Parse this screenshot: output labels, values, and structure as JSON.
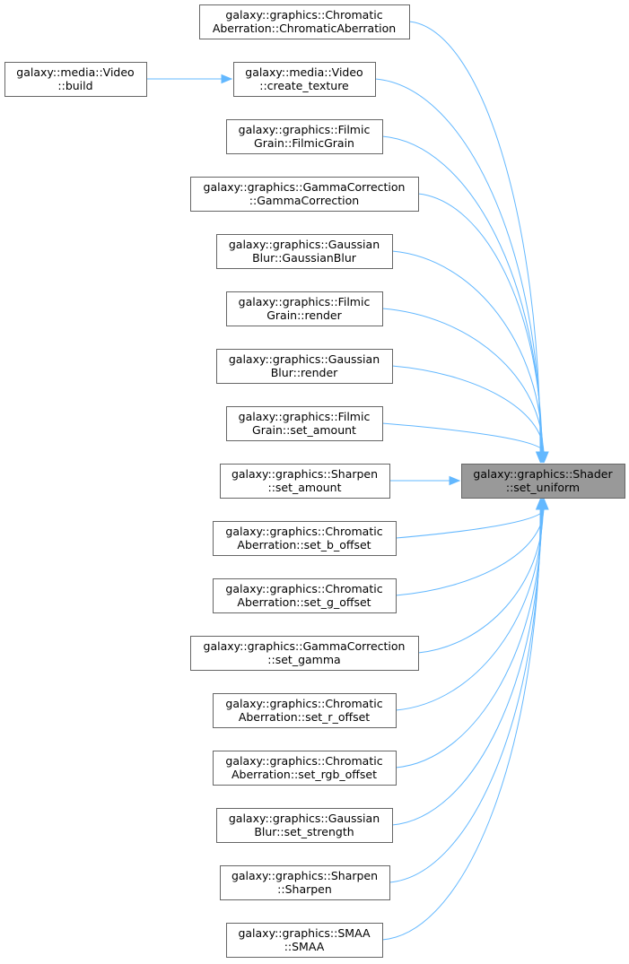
{
  "target": {
    "id": "target",
    "name": "shader-set-uniform-node",
    "lines": [
      "galaxy::graphics::Shader",
      "::set_uniform"
    ]
  },
  "nodes": [
    {
      "id": "n0",
      "name": "chromatic-aberration-ctor-node",
      "lines": [
        "galaxy::graphics::Chromatic",
        "Aberration::ChromaticAberration"
      ]
    },
    {
      "id": "n1",
      "name": "video-create-texture-node",
      "lines": [
        "galaxy::media::Video",
        "::create_texture"
      ]
    },
    {
      "id": "n2",
      "name": "filmic-grain-ctor-node",
      "lines": [
        "galaxy::graphics::Filmic",
        "Grain::FilmicGrain"
      ]
    },
    {
      "id": "n3",
      "name": "gamma-correction-ctor-node",
      "lines": [
        "galaxy::graphics::GammaCorrection",
        "::GammaCorrection"
      ]
    },
    {
      "id": "n4",
      "name": "gaussian-blur-ctor-node",
      "lines": [
        "galaxy::graphics::Gaussian",
        "Blur::GaussianBlur"
      ]
    },
    {
      "id": "n5",
      "name": "filmic-grain-render-node",
      "lines": [
        "galaxy::graphics::Filmic",
        "Grain::render"
      ]
    },
    {
      "id": "n6",
      "name": "gaussian-blur-render-node",
      "lines": [
        "galaxy::graphics::Gaussian",
        "Blur::render"
      ]
    },
    {
      "id": "n7",
      "name": "filmic-grain-set-amount-node",
      "lines": [
        "galaxy::graphics::Filmic",
        "Grain::set_amount"
      ]
    },
    {
      "id": "n8",
      "name": "sharpen-set-amount-node",
      "lines": [
        "galaxy::graphics::Sharpen",
        "::set_amount"
      ]
    },
    {
      "id": "n9",
      "name": "chromatic-set-b-offset-node",
      "lines": [
        "galaxy::graphics::Chromatic",
        "Aberration::set_b_offset"
      ]
    },
    {
      "id": "n10",
      "name": "chromatic-set-g-offset-node",
      "lines": [
        "galaxy::graphics::Chromatic",
        "Aberration::set_g_offset"
      ]
    },
    {
      "id": "n11",
      "name": "gamma-correction-set-gamma-node",
      "lines": [
        "galaxy::graphics::GammaCorrection",
        "::set_gamma"
      ]
    },
    {
      "id": "n12",
      "name": "chromatic-set-r-offset-node",
      "lines": [
        "galaxy::graphics::Chromatic",
        "Aberration::set_r_offset"
      ]
    },
    {
      "id": "n13",
      "name": "chromatic-set-rgb-offset-node",
      "lines": [
        "galaxy::graphics::Chromatic",
        "Aberration::set_rgb_offset"
      ]
    },
    {
      "id": "n14",
      "name": "gaussian-blur-set-strength-node",
      "lines": [
        "galaxy::graphics::Gaussian",
        "Blur::set_strength"
      ]
    },
    {
      "id": "n15",
      "name": "sharpen-ctor-node",
      "lines": [
        "galaxy::graphics::Sharpen",
        "::Sharpen"
      ]
    },
    {
      "id": "n16",
      "name": "smaa-ctor-node",
      "lines": [
        "galaxy::graphics::SMAA",
        "::SMAA"
      ]
    },
    {
      "id": "n17",
      "name": "video-build-node",
      "lines": [
        "galaxy::media::Video",
        "::build"
      ]
    }
  ],
  "edges": [
    {
      "from": "n0",
      "to": "target"
    },
    {
      "from": "n1",
      "to": "target"
    },
    {
      "from": "n2",
      "to": "target"
    },
    {
      "from": "n3",
      "to": "target"
    },
    {
      "from": "n4",
      "to": "target"
    },
    {
      "from": "n5",
      "to": "target"
    },
    {
      "from": "n6",
      "to": "target"
    },
    {
      "from": "n7",
      "to": "target"
    },
    {
      "from": "n8",
      "to": "target"
    },
    {
      "from": "n9",
      "to": "target"
    },
    {
      "from": "n10",
      "to": "target"
    },
    {
      "from": "n11",
      "to": "target"
    },
    {
      "from": "n12",
      "to": "target"
    },
    {
      "from": "n13",
      "to": "target"
    },
    {
      "from": "n14",
      "to": "target"
    },
    {
      "from": "n15",
      "to": "target"
    },
    {
      "from": "n16",
      "to": "target"
    },
    {
      "from": "n17",
      "to": "n1"
    }
  ],
  "colors": {
    "edge": "#63b8ff",
    "node_border": "#666666",
    "node_fill": "#ffffff",
    "target_fill": "#999999"
  }
}
